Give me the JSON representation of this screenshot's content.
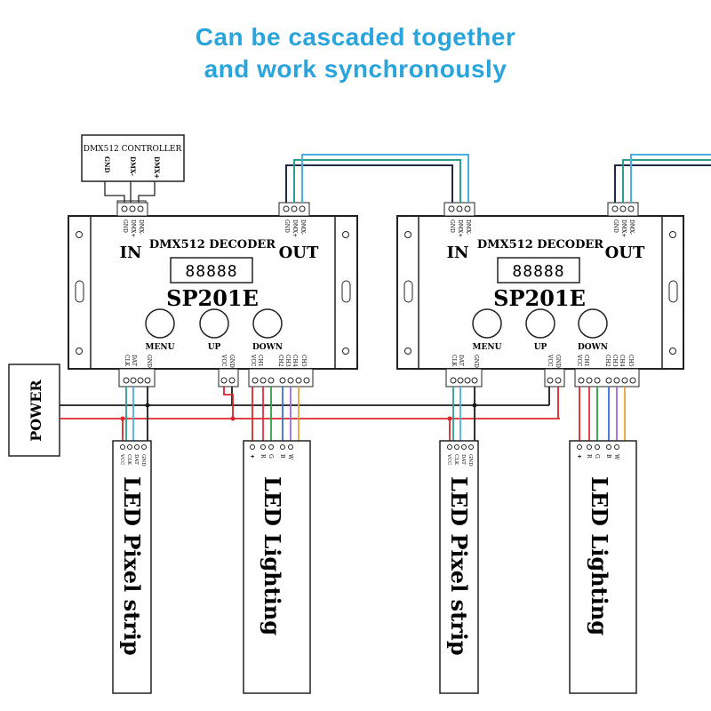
{
  "headline": {
    "line1": "Can be cascaded together",
    "line2": "and work synchronously",
    "color": "#2aa4dc"
  },
  "controller": {
    "title": "DMX512 CONTROLLER",
    "pins": [
      "GND",
      "DMX-",
      "DMX+"
    ]
  },
  "power": {
    "label": "POWER"
  },
  "decoders": [
    {
      "title": "DMX512 DECODER",
      "model": "SP201E",
      "display": "88888",
      "in_label": "IN",
      "out_label": "OUT",
      "in_pins": [
        "GND",
        "DMX+",
        "DMX-"
      ],
      "out_pins": [
        "GND",
        "DMX+",
        "DMX-"
      ],
      "buttons": [
        "MENU",
        "UP",
        "DOWN"
      ],
      "pixel_pins": [
        "CLK",
        "DAT",
        "GND"
      ],
      "power_pins": [
        "VCC",
        "GND"
      ],
      "channel_pins": [
        "VCC",
        "CH1",
        "CH2",
        "CH3",
        "CH4",
        "CH5"
      ]
    },
    {
      "title": "DMX512 DECODER",
      "model": "SP201E",
      "display": "88888",
      "in_label": "IN",
      "out_label": "OUT",
      "in_pins": [
        "GND",
        "DMX+",
        "DMX-"
      ],
      "out_pins": [
        "GND",
        "DMX+",
        "DMX-"
      ],
      "buttons": [
        "MENU",
        "UP",
        "DOWN"
      ],
      "pixel_pins": [
        "CLK",
        "DAT",
        "GND"
      ],
      "power_pins": [
        "VCC",
        "GND"
      ],
      "channel_pins": [
        "VCC",
        "CH1",
        "CH2",
        "CH3",
        "CH4",
        "CH5"
      ]
    }
  ],
  "strips": [
    {
      "label": "LED Pixel strip",
      "pins": [
        "VCC",
        "CLK",
        "DAT",
        "GND"
      ]
    },
    {
      "label": "LED Lighting",
      "pins": [
        "+",
        "R",
        "G",
        "B",
        "W"
      ]
    },
    {
      "label": "LED Pixel strip",
      "pins": [
        "VCC",
        "CLK",
        "DAT",
        "GND"
      ]
    },
    {
      "label": "LED Lighting",
      "pins": [
        "+",
        "R",
        "G",
        "B",
        "W"
      ]
    }
  ],
  "colors": {
    "wire_dmx_a": "#1f2a44",
    "wire_dmx_b": "#2a9d8f",
    "wire_dmx_c": "#48b0e0",
    "power_red": "#d9252a",
    "power_black": "#1a1a1a",
    "wire_r": "#e0303a",
    "wire_g": "#2ea043",
    "wire_b": "#3b6fd6",
    "wire_w": "#a06ad8",
    "wire_o": "#e8a23a",
    "wire_gnd": "#333333",
    "device_border": "#222222"
  }
}
